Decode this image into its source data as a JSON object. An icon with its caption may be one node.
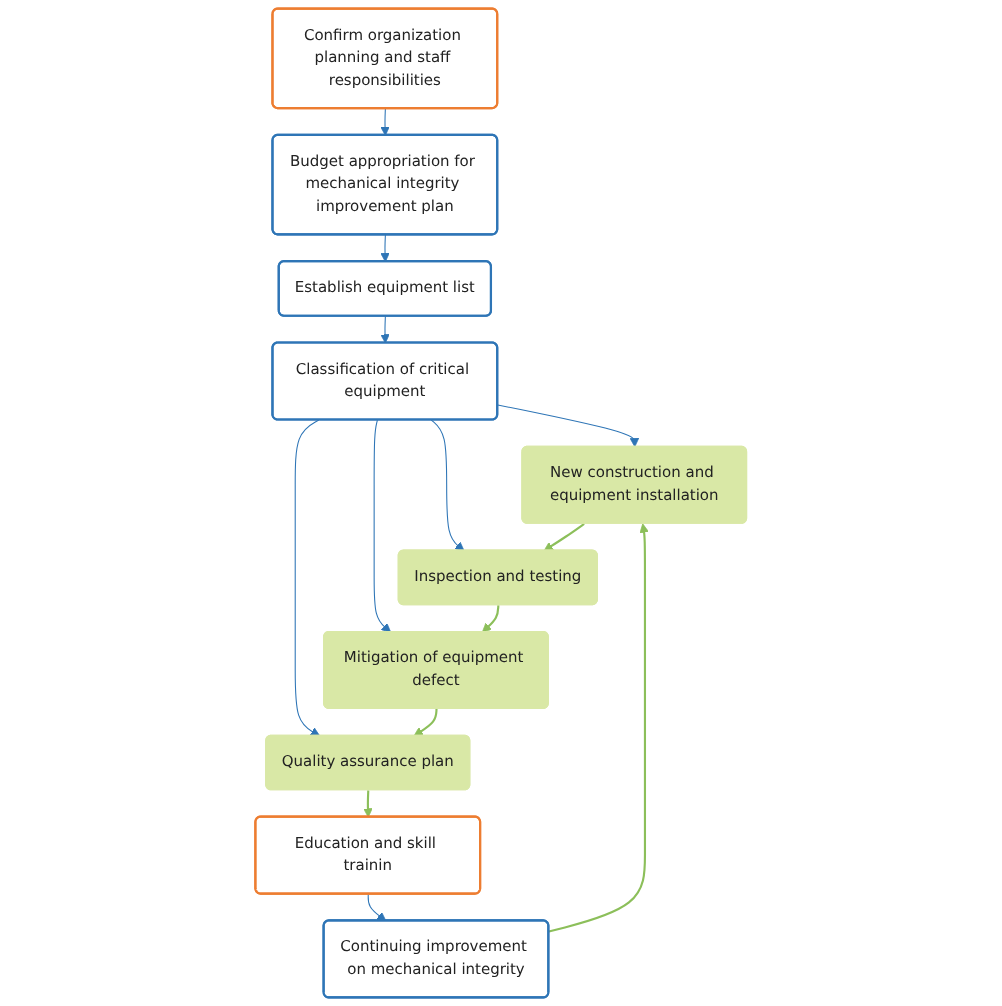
{
  "diagram": {
    "nodes": [
      {
        "text": [
          "Confirm organization planning and staff responsibilities"
        ]
      },
      {
        "text": [
          "Budget appropriation for mechanical integrity improvement plan"
        ]
      },
      {
        "text": [
          "Establish equipment list"
        ]
      },
      {
        "text": [
          "Classification of critical equipment"
        ]
      },
      {
        "text": [
          "New construction and equipment installation"
        ]
      },
      {
        "text": [
          "Inspection and testing"
        ]
      },
      {
        "text": [
          "Mitigation of equipment defect"
        ]
      },
      {
        "text": [
          "Quality assurance plan"
        ]
      },
      {
        "text": [
          "Education and skill trainin"
        ]
      },
      {
        "text": [
          "Continuing improvement on mechanical integrity"
        ]
      }
    ],
    "edges": [
      {
        "from": 0,
        "to": 1,
        "arrow": "to"
      },
      {
        "from": 1,
        "to": 2,
        "arrow": "to"
      },
      {
        "from": 2,
        "to": 3,
        "arrow": "to"
      },
      {
        "from": 3,
        "to": 4,
        "arrow": "to"
      },
      {
        "from": 3,
        "to": 5,
        "arrow": "to"
      },
      {
        "from": 3,
        "to": 6,
        "arrow": "to"
      },
      {
        "from": 3,
        "to": 7,
        "arrow": "to"
      },
      {
        "from": 4,
        "to": 5,
        "arrow": "to",
        "color": "#8cbf5a"
      },
      {
        "from": 5,
        "to": 6,
        "arrow": "to",
        "color": "#8cbf5a"
      },
      {
        "from": 6,
        "to": 7,
        "arrow": "to",
        "color": "#8cbf5a"
      },
      {
        "from": 7,
        "to": 8,
        "arrow": "to",
        "color": "#8cbf5a"
      },
      {
        "from": 8,
        "to": 9,
        "arrow": "to"
      },
      {
        "from": 9,
        "to": 4,
        "arrow": "to",
        "color": "#8cbf5a"
      }
    ]
  }
}
